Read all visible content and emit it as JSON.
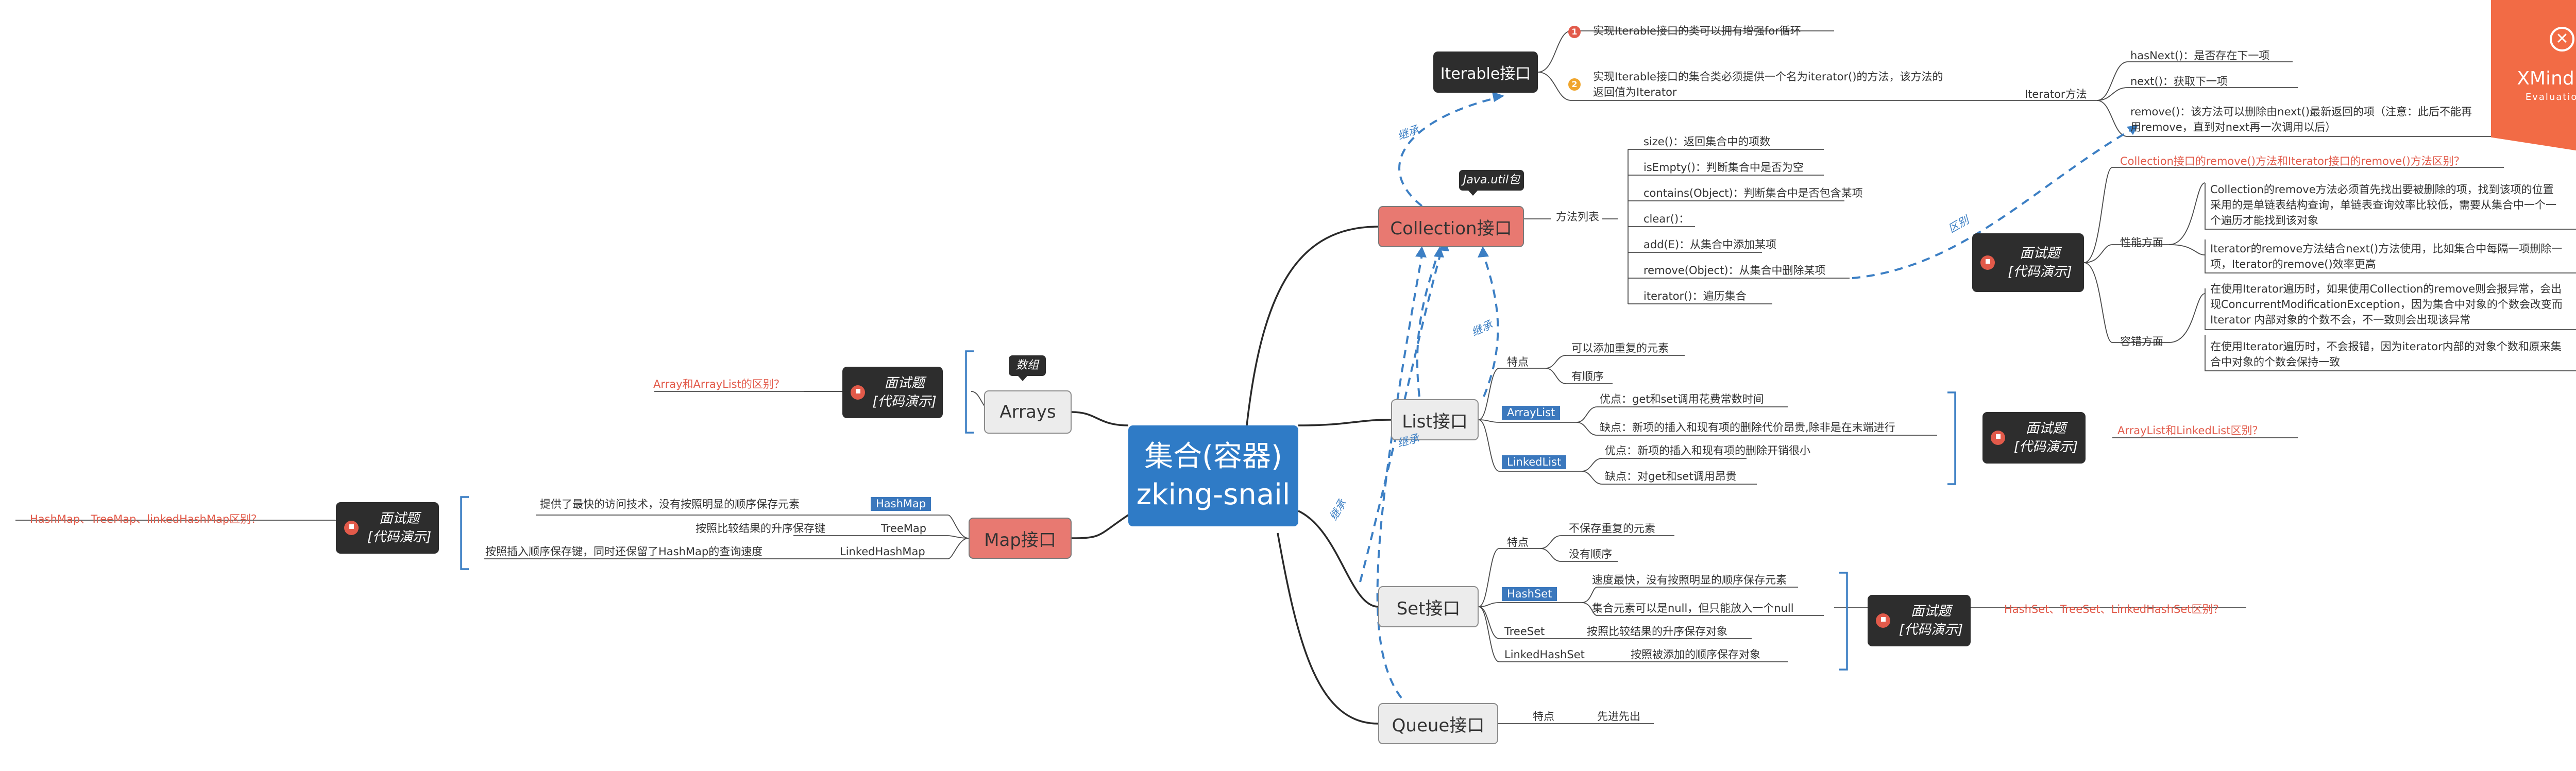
{
  "root": {
    "line1": "集合(容器)",
    "line2": "zking-snail"
  },
  "collection": {
    "label": "Collection接口",
    "callout": "Java.util包",
    "methods_label": "方法列表",
    "methods": [
      "size()：返回集合中的项数",
      "isEmpty()：判断集合中是否为空",
      "contains(Object)：判断集合中是否包含某项",
      "clear()：",
      "add(E)：从集合中添加某项",
      "remove(Object)：从集合中删除某项",
      "iterator()：遍历集合"
    ]
  },
  "iterable": {
    "label": "Iterable接口",
    "note1": "实现Iterable接口的类可以拥有增强for循环",
    "note2_line1": "实现Iterable接口的集合类必须提供一个名为iterator()的方法，该方法的",
    "note2_line2": "返回值为Iterator",
    "iterator_label": "Iterator方法",
    "methods": [
      "hasNext()：是否存在下一项",
      "next()：获取下一项",
      "remove()：该方法可以删除由next()最新返回的项（注意：此后不能再",
      "用remove，直到对next再一次调用以后）"
    ]
  },
  "interview_remove": {
    "box_line1": "面试题",
    "box_line2": "[代码演示]",
    "title": "Collection接口的remove()方法和Iterator接口的remove()方法区别？",
    "perf_label": "性能方面",
    "perf1": [
      "Collection的remove方法必须首先找出要被删除的项，找到该项的位置",
      "采用的是单链表结构查询，单链表查询效率比较低，需要从集合中一个一",
      "个遍历才能找到该对象"
    ],
    "perf2": [
      "Iterator的remove方法结合next()方法使用，比如集合中每隔一项删除一",
      "项，Iterator的remove()效率更高"
    ],
    "fault_label": "容错方面",
    "fault1": [
      "在使用Iterator遍历时，如果使用Collection的remove则会报异常，会出",
      "现ConcurrentModificationException，因为集合中对象的个数会改变而",
      "Iterator 内部对象的个数不会，不一致则会出现该异常"
    ],
    "fault2": [
      "在使用Iterator遍历时，不会报错，因为iterator内部的对象个数和原来集",
      "合中对象的个数会保持一致"
    ]
  },
  "list": {
    "label": "List接口",
    "feature_label": "特点",
    "features": [
      "可以添加重复的元素",
      "有顺序"
    ],
    "arraylist": {
      "tag": "ArrayList",
      "pro": "优点：get和set调用花费常数时间",
      "con": "缺点：新项的插入和现有项的删除代价昂贵,除非是在末端进行"
    },
    "linkedlist": {
      "tag": "LinkedList",
      "pro": "优点：新项的插入和现有项的删除开销很小",
      "con": "缺点：对get和set调用昂贵"
    },
    "interview_box_line1": "面试题",
    "interview_box_line2": "[代码演示]",
    "interview_q": "ArrayList和LinkedList区别？"
  },
  "set": {
    "label": "Set接口",
    "feature_label": "特点",
    "features": [
      "不保存重复的元素",
      "没有顺序"
    ],
    "hashset": {
      "tag": "HashSet",
      "items": [
        "速度最快，没有按照明显的顺序保存元素",
        "集合元素可以是null，但只能放入一个null"
      ]
    },
    "treeset": {
      "label": "TreeSet",
      "desc": "按照比较结果的升序保存对象"
    },
    "linkedhashset": {
      "label": "LinkedHashSet",
      "desc": "按照被添加的顺序保存对象"
    },
    "interview_box_line1": "面试题",
    "interview_box_line2": "[代码演示]",
    "interview_q": "HashSet、TreeSet、LinkedHashSet区别？"
  },
  "queue": {
    "label": "Queue接口",
    "feature_label": "特点",
    "feature": "先进先出"
  },
  "arrays": {
    "label": "Arrays",
    "callout": "数组",
    "interview_box_line1": "面试题",
    "interview_box_line2": "[代码演示]",
    "interview_q": "Array和ArrayList的区别？"
  },
  "map": {
    "label": "Map接口",
    "hashmap": {
      "tag": "HashMap",
      "desc": "提供了最快的访问技术，没有按照明显的顺序保存元素"
    },
    "treemap": {
      "label": "TreeMap",
      "desc": "按照比较结果的升序保存键"
    },
    "linkedhashmap": {
      "label": "LinkedHashMap",
      "desc": "按照插入顺序保存键，同时还保留了HashMap的查询速度"
    },
    "interview_box_line1": "面试题",
    "interview_box_line2": "[代码演示]",
    "interview_q": "HashMap、TreeMap、linkedHashMap区别？"
  },
  "relations": {
    "inherit": "继承",
    "difference": "区别"
  },
  "watermark": {
    "brand": "XMind: ZEN",
    "sub": "Evaluation Copy"
  },
  "colors": {
    "root": "#2f7bc6",
    "accent_red": "#e25a4a",
    "dashed_blue": "#3c7fc4",
    "tag_blue": "#3b78bd",
    "dark": "#2d2d2d"
  }
}
